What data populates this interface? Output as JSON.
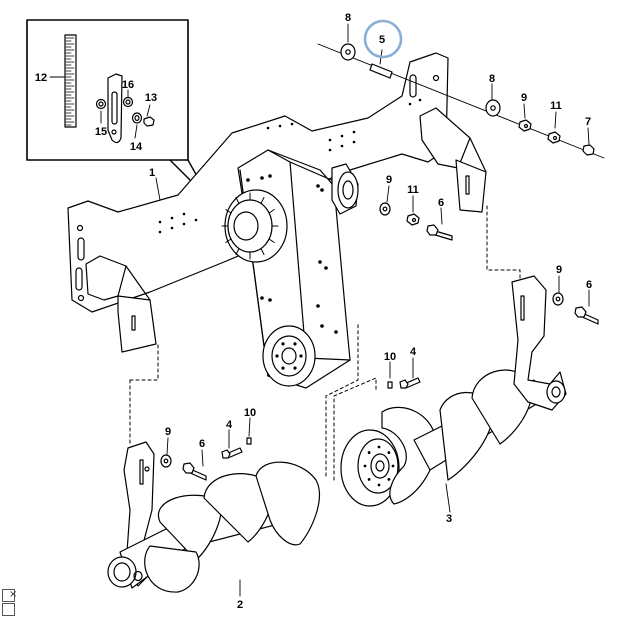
{
  "highlight": {
    "color": "#8aaed6",
    "part": "5"
  },
  "callouts": [
    {
      "id": "c1",
      "label": "1"
    },
    {
      "id": "c2",
      "label": "2"
    },
    {
      "id": "c3",
      "label": "3"
    },
    {
      "id": "c4a",
      "label": "4"
    },
    {
      "id": "c4b",
      "label": "4"
    },
    {
      "id": "c5",
      "label": "5"
    },
    {
      "id": "c6a",
      "label": "6"
    },
    {
      "id": "c6b",
      "label": "6"
    },
    {
      "id": "c6c",
      "label": "6"
    },
    {
      "id": "c7",
      "label": "7"
    },
    {
      "id": "c8a",
      "label": "8"
    },
    {
      "id": "c8b",
      "label": "8"
    },
    {
      "id": "c9a",
      "label": "9"
    },
    {
      "id": "c9b",
      "label": "9"
    },
    {
      "id": "c9c",
      "label": "9"
    },
    {
      "id": "c9d",
      "label": "9"
    },
    {
      "id": "c10a",
      "label": "10"
    },
    {
      "id": "c10b",
      "label": "10"
    },
    {
      "id": "c11a",
      "label": "11"
    },
    {
      "id": "c11b",
      "label": "11"
    },
    {
      "id": "c12",
      "label": "12"
    },
    {
      "id": "c13",
      "label": "13"
    },
    {
      "id": "c14",
      "label": "14"
    },
    {
      "id": "c15",
      "label": "15"
    },
    {
      "id": "c16",
      "label": "16"
    }
  ],
  "icons": {
    "corner": "window-close-icon"
  }
}
